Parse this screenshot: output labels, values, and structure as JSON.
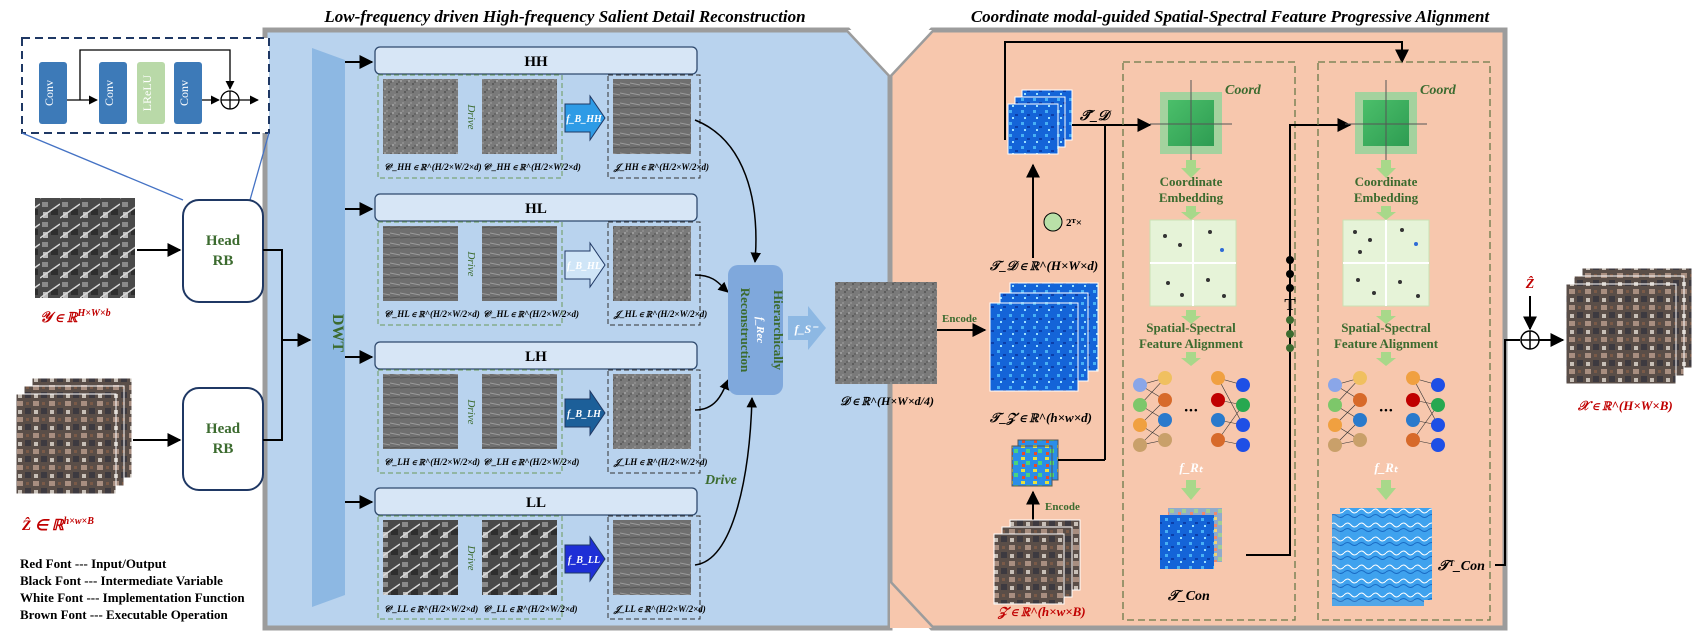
{
  "titles": {
    "left": "Low-frequency driven High-frequency Salient Detail Reconstruction",
    "right": "Coordinate modal-guided Spatial-Spectral Feature Progressive Alignment"
  },
  "resblock": {
    "conv": "Conv",
    "lrelu": "LReLU",
    "plus": "⊕"
  },
  "head_rb": {
    "line1": "Head",
    "line2": "RB"
  },
  "inputs": {
    "y": "𝒴 ∈ ℝ",
    "y_sup": "H×W×b",
    "z_hat": "Ẑ ∈ ℝ",
    "z_hat_sup": "h×w×B"
  },
  "dwt_label": "DWT",
  "bands": [
    {
      "name": "HH",
      "cz": "𝒞ᶻ_HH ∈ ℝ^(H/2×W/2×d)",
      "cy": "𝒞ʸ_HH ∈ ℝ^(H/2×W/2×d)",
      "f": "f_B_HH",
      "j": "𝒥_HH ∈ ℝ^(H/2×W/2×d)"
    },
    {
      "name": "HL",
      "cz": "𝒞ᶻ_HL ∈ ℝ^(H/2×W/2×d)",
      "cy": "𝒞ʸ_HL ∈ ℝ^(H/2×W/2×d)",
      "f": "f_B_HL",
      "j": "𝒥_HL ∈ ℝ^(H/2×W/2×d)"
    },
    {
      "name": "LH",
      "cz": "𝒞ᶻ_LH ∈ ℝ^(H/2×W/2×d)",
      "cy": "𝒞ʸ_LH ∈ ℝ^(H/2×W/2×d)",
      "f": "f_B_LH",
      "j": "𝒥_LH ∈ ℝ^(H/2×W/2×d)"
    },
    {
      "name": "LL",
      "cz": "𝒞ᶻ_LL ∈ ℝ^(H/2×W/2×d)",
      "cy": "𝒞ʸ_LL ∈ ℝ^(H/2×W/2×d)",
      "f": "f_B_LL",
      "j": "𝒥_LL ∈ ℝ^(H/2×W/2×d)"
    }
  ],
  "drive": "Drive",
  "hier": {
    "line1": "Hierarchically",
    "line2": "Reconstruction",
    "f": "f_Rec"
  },
  "fs": "f_S⁻",
  "d_label": "𝒟 ∈ ℝ^(H×W×d/4)",
  "encode": "Encode",
  "td_label": "𝒯̄_𝒟",
  "td_full": "𝒯_𝒟 ∈ ℝ^(H×W×d)",
  "tz_label": "𝒯_𝒵 ∈ ℝ^(h×w×d)",
  "down": "2ᵀ×",
  "z_label": "𝒵 ∈ ℝ^(h×w×B)",
  "coord": "Coord",
  "coord_emb": {
    "line1": "Coordinate",
    "line2": "Embedding"
  },
  "ssfa": {
    "line1": "Spatial-Spectral",
    "line2": "Feature Alignment"
  },
  "f_rt": "f_Rₜ",
  "t_con": "𝒯_Con",
  "t_con_T": "𝒯ᵀ_Con",
  "T": "T",
  "x_label": "𝒳 ∈ ℝ^(H×W×B)",
  "z_hat_top": "Ẑ",
  "legend": [
    "Red Font --- Input/Output",
    "Black Font --- Intermediate Variable",
    "White Font --- Implementation Function",
    "Brown Font --- Executable Operation"
  ],
  "colors": {
    "left_panel": "#b9d3ee",
    "right_panel": "#f7c7ad",
    "panel_border": "#9c9c9c",
    "conv": "#3d7ab8",
    "lrelu": "#b9d9a8",
    "head_text": "#3c6b2f",
    "red": "#c00000",
    "green_text": "#3c6b2f",
    "dwt": "#8db8e3",
    "hier": "#7fa8dc",
    "f_hh": "#2e9be6",
    "f_hl": "#cfe5f7",
    "f_lh": "#1c5f99",
    "f_ll": "#1e2fd6"
  }
}
